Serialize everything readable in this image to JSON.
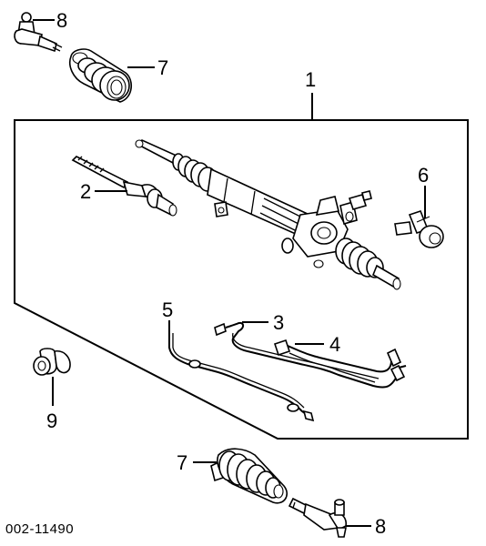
{
  "figure_code": "002-11490",
  "callouts": {
    "c1": "1",
    "c2": "2",
    "c3": "3",
    "c4": "4",
    "c5": "5",
    "c6": "6",
    "c7_top": "7",
    "c7_bottom": "7",
    "c8_top": "8",
    "c8_bottom": "8",
    "c9": "9"
  }
}
